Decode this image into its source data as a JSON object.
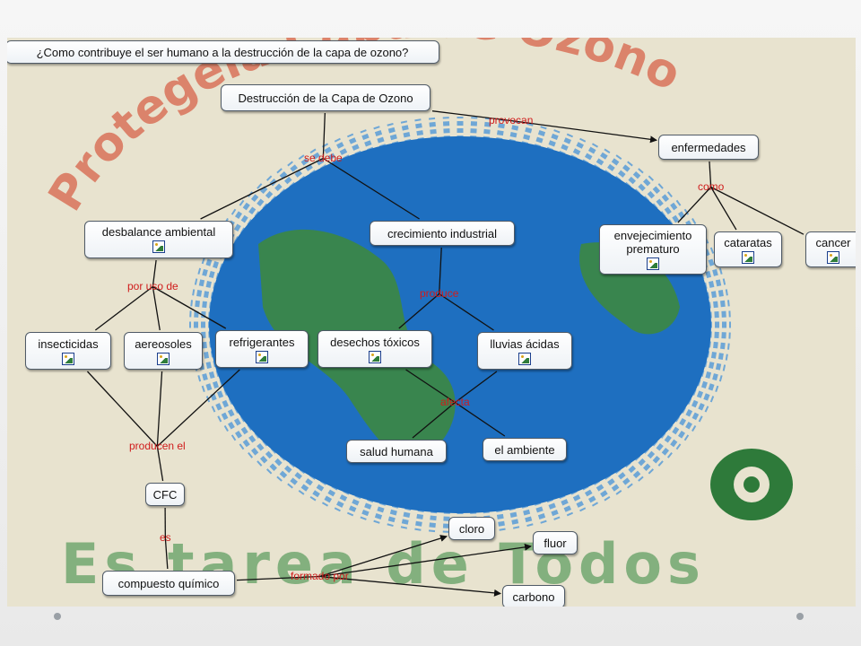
{
  "question": "¿Como contribuye el ser humano a la destrucción de la capa de ozono?",
  "background": {
    "arc_text": "Protegela Capa de Ozono",
    "bottom_text": "Es tarea de Todos",
    "colors": {
      "ocean": "#1e6fc0",
      "land": "#3e8a3a",
      "ray": "#6fa7d6",
      "text_red": "#d9735a",
      "text_green": "#6aa46a"
    }
  },
  "nodes": {
    "destruccion": {
      "label": "Destrucción de la Capa de Ozono"
    },
    "enfermedades": {
      "label": "enfermedades"
    },
    "desbalance": {
      "label": "desbalance ambiental"
    },
    "crecimiento": {
      "label": "crecimiento industrial"
    },
    "envejecimiento": {
      "label": "envejecimiento\nprematuro"
    },
    "cataratas": {
      "label": "cataratas"
    },
    "cancer": {
      "label": "cancer"
    },
    "insecticidas": {
      "label": "insecticidas"
    },
    "aereosoles": {
      "label": "aereosoles"
    },
    "refrigerantes": {
      "label": "refrigerantes"
    },
    "desechos": {
      "label": "desechos tóxicos"
    },
    "lluvias": {
      "label": "lluvias ácidas"
    },
    "salud": {
      "label": "salud humana"
    },
    "ambiente": {
      "label": "el ambiente"
    },
    "cfc": {
      "label": "CFC"
    },
    "compuesto": {
      "label": "compuesto químico"
    },
    "cloro": {
      "label": "cloro"
    },
    "fluor": {
      "label": "fluor"
    },
    "carbono": {
      "label": "carbono"
    }
  },
  "link_labels": {
    "provocan": "provocan",
    "se_debe": "se debe",
    "como": "como",
    "por_uso_de": "por uso de",
    "produce": "produce",
    "afecta": "afecta",
    "producen_el": "producen el",
    "es": "es",
    "formado_por": "formado por"
  },
  "edges": [
    {
      "from": "destruccion",
      "to": "provocan"
    },
    {
      "from": "provocan",
      "to": "enfermedades",
      "arrow": true
    },
    {
      "from": "destruccion",
      "to": "se_debe"
    },
    {
      "from": "se_debe",
      "to": "desbalance"
    },
    {
      "from": "se_debe",
      "to": "crecimiento"
    },
    {
      "from": "enfermedades",
      "to": "como"
    },
    {
      "from": "como",
      "to": "envejecimiento"
    },
    {
      "from": "como",
      "to": "cataratas"
    },
    {
      "from": "como",
      "to": "cancer"
    },
    {
      "from": "desbalance",
      "to": "por_uso_de"
    },
    {
      "from": "por_uso_de",
      "to": "insecticidas"
    },
    {
      "from": "por_uso_de",
      "to": "aereosoles"
    },
    {
      "from": "por_uso_de",
      "to": "refrigerantes"
    },
    {
      "from": "crecimiento",
      "to": "produce"
    },
    {
      "from": "produce",
      "to": "desechos"
    },
    {
      "from": "produce",
      "to": "lluvias"
    },
    {
      "from": "desechos",
      "to": "afecta"
    },
    {
      "from": "lluvias",
      "to": "afecta"
    },
    {
      "from": "afecta",
      "to": "salud"
    },
    {
      "from": "afecta",
      "to": "ambiente"
    },
    {
      "from": "insecticidas",
      "to": "producen_el"
    },
    {
      "from": "aereosoles",
      "to": "producen_el"
    },
    {
      "from": "refrigerantes",
      "to": "producen_el"
    },
    {
      "from": "producen_el",
      "to": "cfc"
    },
    {
      "from": "cfc",
      "to": "es"
    },
    {
      "from": "es",
      "to": "compuesto"
    },
    {
      "from": "compuesto",
      "to": "formado_por"
    },
    {
      "from": "formado_por",
      "to": "cloro",
      "arrow": true
    },
    {
      "from": "formado_por",
      "to": "fluor",
      "arrow": true
    },
    {
      "from": "formado_por",
      "to": "carbono",
      "arrow": true
    }
  ]
}
